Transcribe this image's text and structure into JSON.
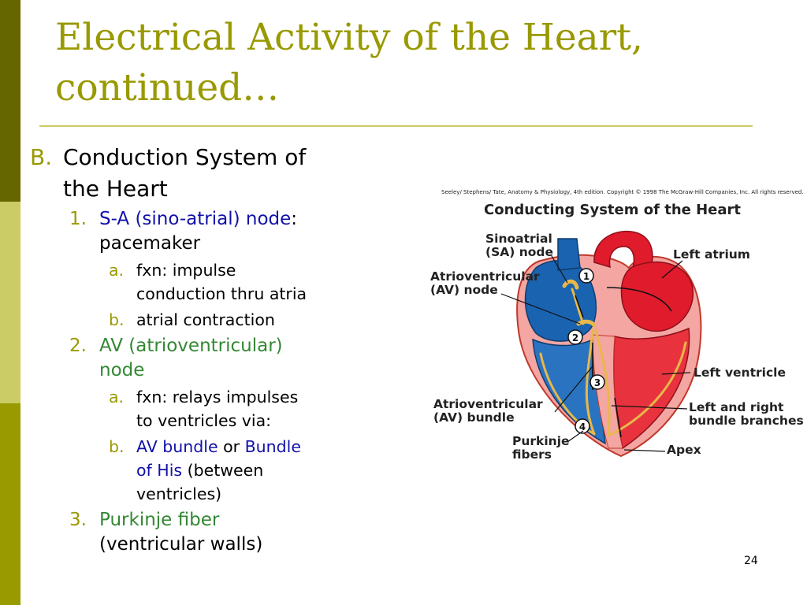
{
  "slide": {
    "title_line1": "Electrical Activity of the Heart,",
    "title_line2": "continued…",
    "page_number": "24"
  },
  "outline": {
    "b": {
      "marker": "B.",
      "line1": "Conduction System of",
      "line2": "the Heart"
    },
    "item1": {
      "marker": "1.",
      "term": "S-A (sino-atrial) node",
      "colon": ":",
      "desc": "pacemaker",
      "a": {
        "marker": "a.",
        "line1": "fxn: impulse",
        "line2": "conduction thru atria"
      },
      "b": {
        "marker": "b.",
        "text": "atrial contraction"
      }
    },
    "item2": {
      "marker": "2.",
      "line1": "AV (atrioventricular)",
      "line2": "node",
      "a": {
        "marker": "a.",
        "line1": "fxn: relays impulses",
        "line2": "to ventricles via:"
      },
      "b": {
        "marker": "b.",
        "term1": "AV bundle",
        "or": " or ",
        "term2a": "Bundle",
        "term2b": "of His",
        "paren1": " (between",
        "paren2": "ventricles)"
      }
    },
    "item3": {
      "marker": "3.",
      "term": "Purkinje fiber",
      "desc": "(ventricular walls)"
    }
  },
  "figure": {
    "credit": "Seeley/ Stephens/ Tate, Anatomy & Physiology, 4th edition.  Copyright © 1998 The McGraw-Hill Companies, Inc.  All rights reserved.",
    "title": "Conducting System of the Heart",
    "labels": {
      "sa_1": "Sinoatrial",
      "sa_2": "(SA) node",
      "left_atrium": "Left atrium",
      "av_node_1": "Atrioventricular",
      "av_node_2": "(AV) node",
      "left_ventricle": "Left ventricle",
      "av_bundle_1": "Atrioventricular",
      "av_bundle_2": "(AV) bundle",
      "bundle_branches_1": "Left and right",
      "bundle_branches_2": "bundle branches",
      "purkinje_1": "Purkinje",
      "purkinje_2": "fibers",
      "apex": "Apex"
    },
    "step_numbers": [
      "1",
      "2",
      "3",
      "4"
    ],
    "colors": {
      "right_heart": "#1a63b0",
      "left_heart": "#e01b2c",
      "myocardium": "#f3a6a2",
      "conduction": "#e8b84a"
    }
  }
}
